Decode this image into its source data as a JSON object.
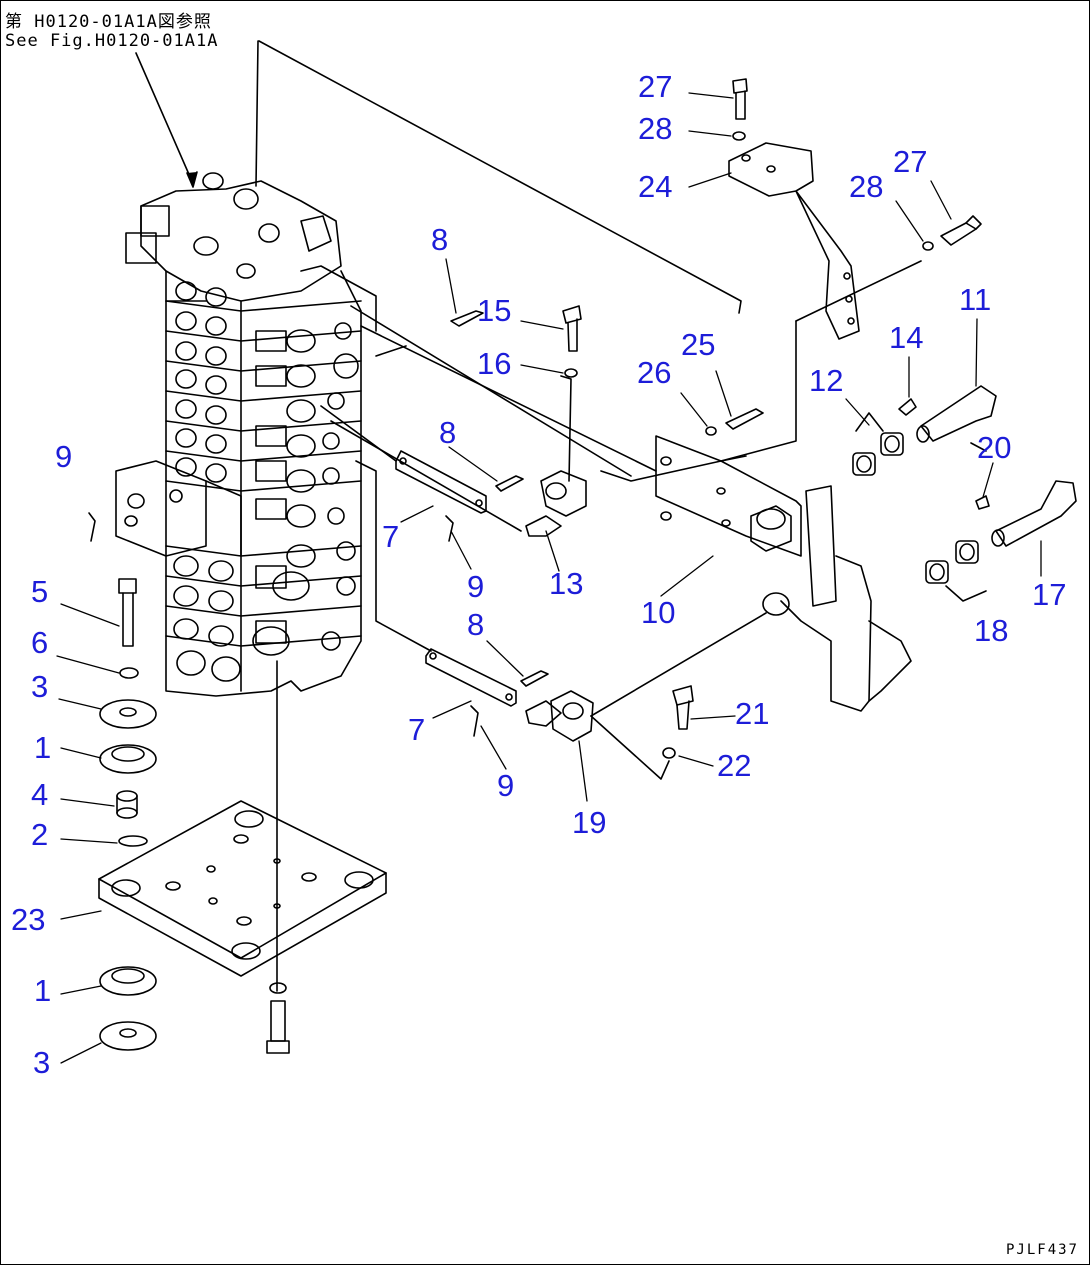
{
  "reference": {
    "jp": "第 H0120-01A1A図参照",
    "en": "See Fig.H0120-01A1A"
  },
  "drawing_code": "PJLF437",
  "colors": {
    "callout": "#1d1dd8",
    "line": "#000000"
  },
  "callouts": [
    {
      "id": "c27a",
      "text": "27"
    },
    {
      "id": "c28a",
      "text": "28"
    },
    {
      "id": "c24",
      "text": "24"
    },
    {
      "id": "c28b",
      "text": "28"
    },
    {
      "id": "c27b",
      "text": "27"
    },
    {
      "id": "c8a",
      "text": "8"
    },
    {
      "id": "c15",
      "text": "15"
    },
    {
      "id": "c16",
      "text": "16"
    },
    {
      "id": "c25",
      "text": "25"
    },
    {
      "id": "c26",
      "text": "26"
    },
    {
      "id": "c11",
      "text": "11"
    },
    {
      "id": "c14",
      "text": "14"
    },
    {
      "id": "c12",
      "text": "12"
    },
    {
      "id": "c9a",
      "text": "9"
    },
    {
      "id": "c8b",
      "text": "8"
    },
    {
      "id": "c20",
      "text": "20"
    },
    {
      "id": "c7a",
      "text": "7"
    },
    {
      "id": "c9b",
      "text": "9"
    },
    {
      "id": "c13",
      "text": "13"
    },
    {
      "id": "c10",
      "text": "10"
    },
    {
      "id": "c17",
      "text": "17"
    },
    {
      "id": "c18",
      "text": "18"
    },
    {
      "id": "c5",
      "text": "5"
    },
    {
      "id": "c6",
      "text": "6"
    },
    {
      "id": "c3a",
      "text": "3"
    },
    {
      "id": "c8c",
      "text": "8"
    },
    {
      "id": "c7b",
      "text": "7"
    },
    {
      "id": "c21",
      "text": "21"
    },
    {
      "id": "c22",
      "text": "22"
    },
    {
      "id": "c1a",
      "text": "1"
    },
    {
      "id": "c4",
      "text": "4"
    },
    {
      "id": "c9c",
      "text": "9"
    },
    {
      "id": "c19",
      "text": "19"
    },
    {
      "id": "c2",
      "text": "2"
    },
    {
      "id": "c23",
      "text": "23"
    },
    {
      "id": "c1b",
      "text": "1"
    },
    {
      "id": "c3b",
      "text": "3"
    }
  ]
}
